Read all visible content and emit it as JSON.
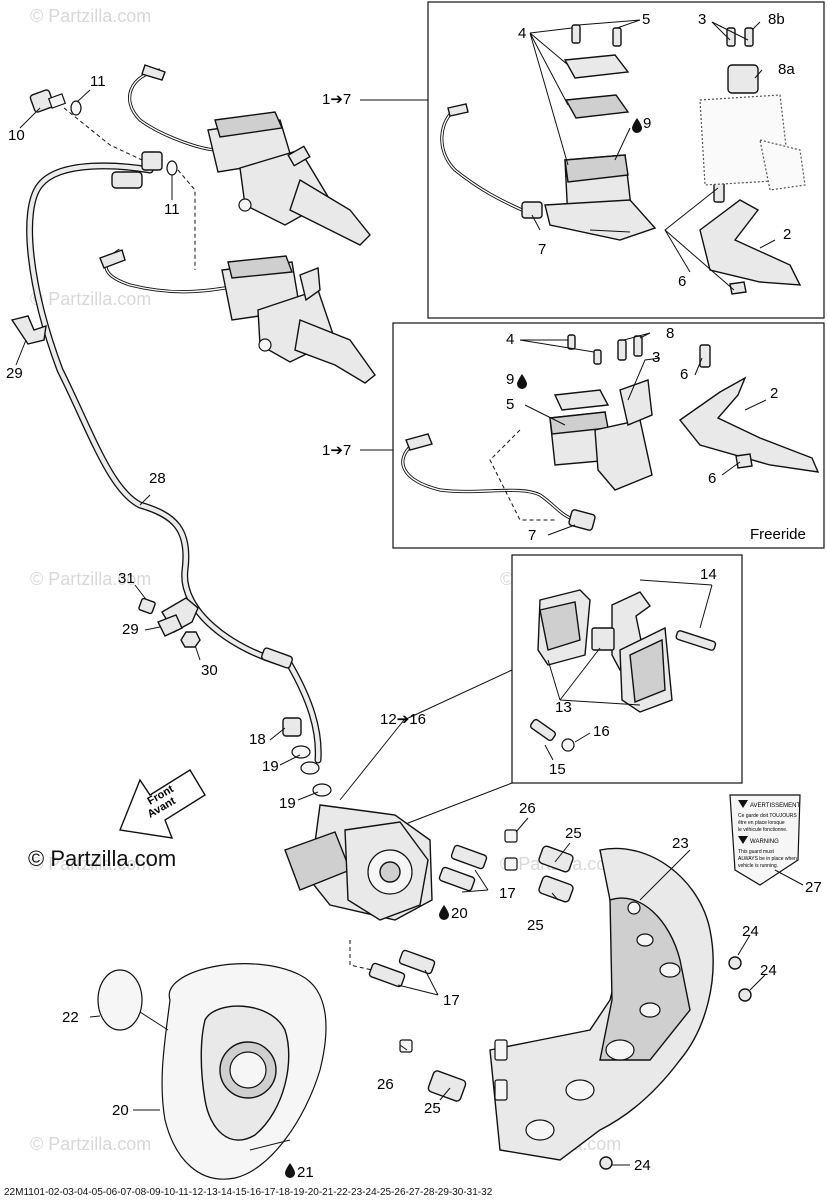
{
  "watermark": "© Partzilla.com",
  "copyright": "© Partzilla.com",
  "footer_code": "22M1101-02-03-04-05-06-07-08-09-10-11-12-13-14-15-16-17-18-19-20-21-22-23-24-25-26-27-28-29-30-31-32",
  "freeride_label": "Freeride",
  "front_arrow": {
    "line1": "Front",
    "line2": "Avant"
  },
  "labels": {
    "l1to7_top": "1➔7",
    "l1to7_mid": "1➔7",
    "l12to16": "12➔16",
    "l2_a": "2",
    "l2_b": "2",
    "l3_a": "3",
    "l3_b": "3",
    "l4_a": "4",
    "l4_b": "4",
    "l5_a": "5",
    "l5_b": "5",
    "l6_a": "6",
    "l6_b": "6",
    "l6_c": "6",
    "l7_a": "7",
    "l7_b": "7",
    "l8": "8",
    "l8a": "8a",
    "l8b": "8b",
    "l9_a": "9",
    "l9_b": "9",
    "l10": "10",
    "l11_a": "11",
    "l11_b": "11",
    "l13": "13",
    "l14": "14",
    "l15": "15",
    "l16": "16",
    "l17_a": "17",
    "l17_b": "17",
    "l18": "18",
    "l19_a": "19",
    "l19_b": "19",
    "l20_a": "20",
    "l20_b": "20",
    "l21": "21",
    "l22": "22",
    "l23": "23",
    "l24_a": "24",
    "l24_b": "24",
    "l24_c": "24",
    "l25_a": "25",
    "l25_b": "25",
    "l25_c": "25",
    "l26_a": "26",
    "l26_b": "26",
    "l27": "27",
    "l28": "28",
    "l29_a": "29",
    "l29_b": "29",
    "l30": "30",
    "l31": "31"
  },
  "icons": {
    "fluid_drop": "fluid-drop-icon",
    "front_arrow": "front-arrow-icon"
  },
  "warning_sticker": {
    "title1": "AVERTISSEMENT",
    "line1": "Ce garde doit TOUJOURS",
    "line2": "être en place lorsque",
    "line3": "le véhicule fonctionne.",
    "title2": "WARNING",
    "line4": "This guard must",
    "line5": "ALWAYS be in place when",
    "line6": "vehicle is running."
  }
}
